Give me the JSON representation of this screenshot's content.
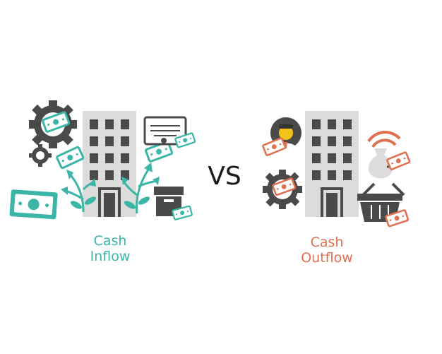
{
  "inflow": {
    "line1": "Cash",
    "line2": "Inflow",
    "color": "#3bb5a6"
  },
  "outflow": {
    "line1": "Cash",
    "line2": "Outflow",
    "color": "#e0704f"
  },
  "vs": "VS",
  "colors": {
    "building": "#dcdcdc",
    "window": "#4a4a4a",
    "gear": "#4a4a4a",
    "money_in": "#3bb5a6",
    "money_out": "#e0704f"
  },
  "icons": [
    "building-icon",
    "gear-icon",
    "banknote-icon",
    "plant-arrow-icon",
    "certificate-icon",
    "box-icon",
    "person-icon",
    "gauge-icon",
    "money-bag-icon",
    "basket-icon"
  ]
}
